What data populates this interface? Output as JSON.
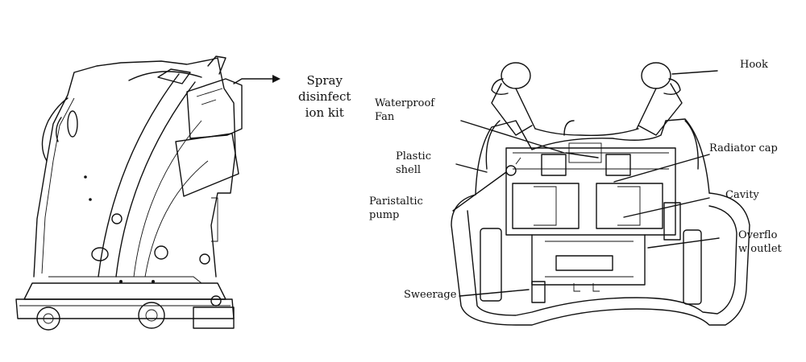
{
  "labels": {
    "spray_kit": "Spray\ndisinfect\nion kit",
    "waterproof_fan": "Waterproof\nFan",
    "plastic_shell": "Plastic\nshell",
    "paristaltic_pump": "Paristaltic\npump",
    "sweerage": "Sweerage",
    "hook": "Hook",
    "radiator_cap": "Radiator cap",
    "cavity": "Cavity",
    "overflow_outlet": "Overflo\nw outlet"
  }
}
